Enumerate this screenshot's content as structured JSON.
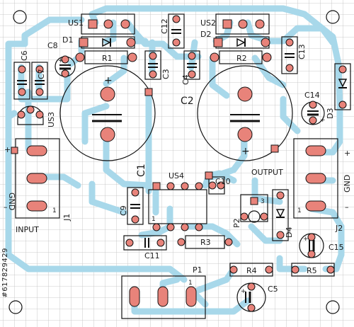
{
  "board": {
    "colors": {
      "background": "#ffffff",
      "grid": "#bfbfbf",
      "trace": "#a8d8ea",
      "pad": "#e8837a",
      "silkscreen": "#111111"
    },
    "regulators": [
      {
        "ref": "US1"
      },
      {
        "ref": "US2"
      },
      {
        "ref": "US3"
      },
      {
        "ref": "US4"
      }
    ],
    "diodes": [
      "D1",
      "D2",
      "D3",
      "D4"
    ],
    "resistors": [
      "R1",
      "R2",
      "R3",
      "R4",
      "R5"
    ],
    "capacitors": [
      "C1",
      "C2",
      "C3",
      "C4",
      "C5",
      "C6",
      "C7",
      "C8",
      "C9",
      "C10",
      "C11",
      "C12",
      "C13",
      "C14",
      "C15"
    ],
    "potentiometers": [
      "P1",
      "P2"
    ],
    "connectors": [
      {
        "ref": "J1",
        "title": "INPUT",
        "pin1": "1",
        "gnd": "GND",
        "plus": "+",
        "minus": "–"
      },
      {
        "ref": "J2",
        "title": "OUTPUT",
        "pin1": "1",
        "gnd": "GND",
        "plus": "+",
        "minus": "–"
      }
    ],
    "pot_pins": {
      "p2_pin": "3",
      "p1_pin": "1"
    },
    "ic_pin": "1",
    "polarity_plus": "+",
    "watermark": "#617829429"
  }
}
